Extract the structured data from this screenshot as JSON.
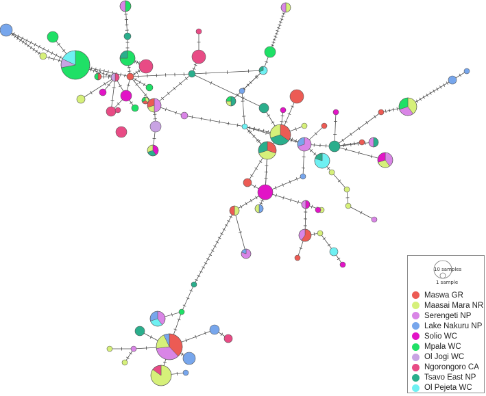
{
  "legend": {
    "scale": {
      "large_label": "10 samples",
      "small_label": "1 sample"
    },
    "populations": [
      {
        "id": "maswa",
        "label": "Maswa GR",
        "color": "#ec5b54"
      },
      {
        "id": "maasai",
        "label": "Maasai Mara NR",
        "color": "#d6f07a"
      },
      {
        "id": "serengeti",
        "label": "Serengeti NP",
        "color": "#d985e6"
      },
      {
        "id": "nakuru",
        "label": "Lake Nakuru NP",
        "color": "#77a6ec"
      },
      {
        "id": "solio",
        "label": "Solio WC",
        "color": "#e214c6"
      },
      {
        "id": "mpala",
        "label": "Mpala WC",
        "color": "#1fe066"
      },
      {
        "id": "oljogi",
        "label": "Ol Jogi WC",
        "color": "#c8a3e3"
      },
      {
        "id": "ngorongoro",
        "label": "Ngorongoro CA",
        "color": "#e84b85"
      },
      {
        "id": "tsavo",
        "label": "Tsavo East NP",
        "color": "#2aae8c"
      },
      {
        "id": "olpejeta",
        "label": "Ol Pejeta WC",
        "color": "#6ef0f2"
      }
    ]
  },
  "haplotypes": [
    {
      "id": "h1",
      "pie": [
        [
          "nakuru",
          1
        ]
      ]
    },
    {
      "id": "h2",
      "pie": [
        [
          "mpala",
          1
        ]
      ]
    },
    {
      "id": "h3",
      "pie": [
        [
          "maasai",
          1
        ]
      ]
    },
    {
      "id": "h4",
      "pie": [
        [
          "mpala",
          0.72
        ],
        [
          "oljogi",
          0.1
        ],
        [
          "olpejeta",
          0.18
        ]
      ]
    },
    {
      "id": "h5",
      "pie": [
        [
          "mpala",
          0.5
        ],
        [
          "serengeti",
          0.5
        ]
      ]
    },
    {
      "id": "h6",
      "pie": [
        [
          "tsavo",
          1
        ]
      ]
    },
    {
      "id": "h7",
      "pie": [
        [
          "mpala",
          0.75
        ],
        [
          "tsavo",
          0.25
        ]
      ]
    },
    {
      "id": "h8",
      "pie": [
        [
          "ngorongoro",
          1
        ]
      ]
    },
    {
      "id": "h9",
      "pie": [
        [
          "ngorongoro",
          1
        ]
      ]
    },
    {
      "id": "h10",
      "pie": [
        [
          "ngorongoro",
          1
        ]
      ]
    },
    {
      "id": "h11",
      "pie": [
        [
          "ngorongoro",
          0.5
        ],
        [
          "oljogi",
          0.5
        ]
      ]
    },
    {
      "id": "h12",
      "pie": [
        [
          "maswa",
          1
        ]
      ]
    },
    {
      "id": "h13",
      "pie": [
        [
          "maswa",
          0.5
        ],
        [
          "mpala",
          0.5
        ]
      ]
    },
    {
      "id": "h14",
      "pie": [
        [
          "maasai",
          1
        ]
      ]
    },
    {
      "id": "h15",
      "pie": [
        [
          "solio",
          1
        ]
      ]
    },
    {
      "id": "h16",
      "pie": [
        [
          "solio",
          1
        ]
      ]
    },
    {
      "id": "h17",
      "pie": [
        [
          "mpala",
          1
        ]
      ]
    },
    {
      "id": "h18",
      "pie": [
        [
          "maasai",
          0.34
        ],
        [
          "maswa",
          0.33
        ],
        [
          "mpala",
          0.33
        ]
      ]
    },
    {
      "id": "h19",
      "pie": [
        [
          "mpala",
          1
        ]
      ]
    },
    {
      "id": "h20",
      "pie": [
        [
          "serengeti",
          0.5
        ],
        [
          "maasai",
          0.2
        ],
        [
          "maswa",
          0.3
        ]
      ]
    },
    {
      "id": "h21",
      "pie": [
        [
          "oljogi",
          1
        ]
      ]
    },
    {
      "id": "h22",
      "pie": [
        [
          "solio",
          0.4
        ],
        [
          "tsavo",
          0.3
        ],
        [
          "maasai",
          0.3
        ]
      ]
    },
    {
      "id": "h23",
      "pie": [
        [
          "ngorongoro",
          1
        ]
      ]
    },
    {
      "id": "h24",
      "pie": [
        [
          "serengeti",
          1
        ]
      ]
    },
    {
      "id": "h25",
      "pie": [
        [
          "tsavo",
          1
        ]
      ]
    },
    {
      "id": "h26",
      "pie": [
        [
          "ngorongoro",
          1
        ]
      ]
    },
    {
      "id": "h27",
      "pie": [
        [
          "ngorongoro",
          1
        ]
      ]
    },
    {
      "id": "h28",
      "pie": [
        [
          "maasai",
          0.5
        ],
        [
          "serengeti",
          0.5
        ]
      ]
    },
    {
      "id": "h29",
      "pie": [
        [
          "mpala",
          1
        ]
      ]
    },
    {
      "id": "h30",
      "pie": [
        [
          "olpejeta",
          0.7
        ],
        [
          "tsavo",
          0.3
        ]
      ]
    },
    {
      "id": "h31",
      "pie": [
        [
          "nakuru",
          1
        ]
      ]
    },
    {
      "id": "h32",
      "pie": [
        [
          "tsavo",
          0.5
        ],
        [
          "maasai",
          0.25
        ],
        [
          "mpala",
          0.25
        ]
      ]
    },
    {
      "id": "h33",
      "pie": [
        [
          "tsavo",
          1
        ]
      ]
    },
    {
      "id": "h34",
      "pie": [
        [
          "maswa",
          1
        ]
      ]
    },
    {
      "id": "h35",
      "pie": [
        [
          "solio",
          1
        ]
      ]
    },
    {
      "id": "h36",
      "pie": [
        [
          "olpejeta",
          1
        ]
      ]
    },
    {
      "id": "h37",
      "pie": [
        [
          "maswa",
          0.35
        ],
        [
          "tsavo",
          0.35
        ],
        [
          "maasai",
          0.3
        ]
      ]
    },
    {
      "id": "h38",
      "pie": [
        [
          "maasai",
          1
        ]
      ]
    },
    {
      "id": "h39",
      "pie": [
        [
          "maswa",
          0.3
        ],
        [
          "maasai",
          0.4
        ],
        [
          "tsavo",
          0.3
        ]
      ]
    },
    {
      "id": "h40",
      "pie": [
        [
          "serengeti",
          0.7
        ],
        [
          "nakuru",
          0.3
        ]
      ]
    },
    {
      "id": "h41",
      "pie": [
        [
          "maswa",
          1
        ]
      ]
    },
    {
      "id": "h42",
      "pie": [
        [
          "tsavo",
          1
        ]
      ]
    },
    {
      "id": "h43",
      "pie": [
        [
          "olpejeta",
          0.8
        ],
        [
          "tsavo",
          0.2
        ]
      ]
    },
    {
      "id": "h44",
      "pie": [
        [
          "nakuru",
          1
        ]
      ]
    },
    {
      "id": "h45",
      "pie": [
        [
          "maasai",
          1
        ]
      ]
    },
    {
      "id": "h46",
      "pie": [
        [
          "solio",
          1
        ]
      ]
    },
    {
      "id": "h47",
      "pie": [
        [
          "maswa",
          1
        ]
      ]
    },
    {
      "id": "h48",
      "pie": [
        [
          "maswa",
          1
        ]
      ]
    },
    {
      "id": "h49",
      "pie": [
        [
          "maasai",
          0.4
        ],
        [
          "serengeti",
          0.3
        ],
        [
          "mpala",
          0.3
        ]
      ]
    },
    {
      "id": "h50",
      "pie": [
        [
          "nakuru",
          1
        ]
      ]
    },
    {
      "id": "h51",
      "pie": [
        [
          "nakuru",
          1
        ]
      ]
    },
    {
      "id": "h52",
      "pie": [
        [
          "tsavo",
          0.5
        ],
        [
          "serengeti",
          0.5
        ]
      ]
    },
    {
      "id": "h53",
      "pie": [
        [
          "serengeti",
          0.4
        ],
        [
          "maasai",
          0.3
        ],
        [
          "solio",
          0.3
        ]
      ]
    },
    {
      "id": "h54",
      "pie": [
        [
          "maswa",
          1
        ]
      ]
    },
    {
      "id": "h55",
      "pie": [
        [
          "maasai",
          1
        ]
      ]
    },
    {
      "id": "h56",
      "pie": [
        [
          "maasai",
          1
        ]
      ]
    },
    {
      "id": "h57",
      "pie": [
        [
          "serengeti",
          1
        ]
      ]
    },
    {
      "id": "h58",
      "pie": [
        [
          "solio",
          1
        ]
      ]
    },
    {
      "id": "h59",
      "pie": [
        [
          "maasai",
          0.5
        ],
        [
          "maswa",
          0.5
        ]
      ]
    },
    {
      "id": "h60",
      "pie": [
        [
          "solio",
          0.5
        ],
        [
          "serengeti",
          0.5
        ]
      ]
    },
    {
      "id": "h61",
      "pie": [
        [
          "nakuru",
          0.5
        ],
        [
          "maasai",
          0.5
        ]
      ]
    },
    {
      "id": "h62",
      "pie": [
        [
          "serengeti",
          0.8
        ],
        [
          "nakuru",
          0.2
        ]
      ]
    },
    {
      "id": "h63",
      "pie": [
        [
          "maswa",
          0.6
        ],
        [
          "serengeti",
          0.4
        ]
      ]
    },
    {
      "id": "h64",
      "pie": [
        [
          "maasai",
          1
        ]
      ]
    },
    {
      "id": "h65",
      "pie": [
        [
          "maasai",
          1
        ]
      ]
    },
    {
      "id": "h66",
      "pie": [
        [
          "solio",
          1
        ]
      ]
    },
    {
      "id": "h67",
      "pie": [
        [
          "maswa",
          1
        ]
      ]
    },
    {
      "id": "h68",
      "pie": [
        [
          "olpejeta",
          1
        ]
      ]
    },
    {
      "id": "h69",
      "pie": [
        [
          "solio",
          1
        ]
      ]
    },
    {
      "id": "h70",
      "pie": [
        [
          "tsavo",
          1
        ]
      ]
    },
    {
      "id": "h71",
      "pie": [
        [
          "mpala",
          1
        ]
      ]
    },
    {
      "id": "h72",
      "pie": [
        [
          "serengeti",
          0.4
        ],
        [
          "olpejeta",
          0.3
        ],
        [
          "nakuru",
          0.3
        ]
      ]
    },
    {
      "id": "h73",
      "pie": [
        [
          "maswa",
          0.38
        ],
        [
          "serengeti",
          0.35
        ],
        [
          "maasai",
          0.2
        ],
        [
          "nakuru",
          0.07
        ]
      ]
    },
    {
      "id": "h74",
      "pie": [
        [
          "tsavo",
          1
        ]
      ]
    },
    {
      "id": "h75",
      "pie": [
        [
          "nakuru",
          1
        ]
      ]
    },
    {
      "id": "h76",
      "pie": [
        [
          "ngorongoro",
          1
        ]
      ]
    },
    {
      "id": "h77",
      "pie": [
        [
          "maasai",
          1
        ]
      ]
    },
    {
      "id": "h78",
      "pie": [
        [
          "serengeti",
          1
        ]
      ]
    },
    {
      "id": "h79",
      "pie": [
        [
          "maasai",
          1
        ]
      ]
    },
    {
      "id": "h80",
      "pie": [
        [
          "nakuru",
          1
        ]
      ]
    },
    {
      "id": "h81",
      "pie": [
        [
          "maasai",
          0.85
        ],
        [
          "ngorongoro",
          0.15
        ]
      ]
    },
    {
      "id": "h82",
      "pie": [
        [
          "nakuru",
          1
        ]
      ]
    }
  ]
}
